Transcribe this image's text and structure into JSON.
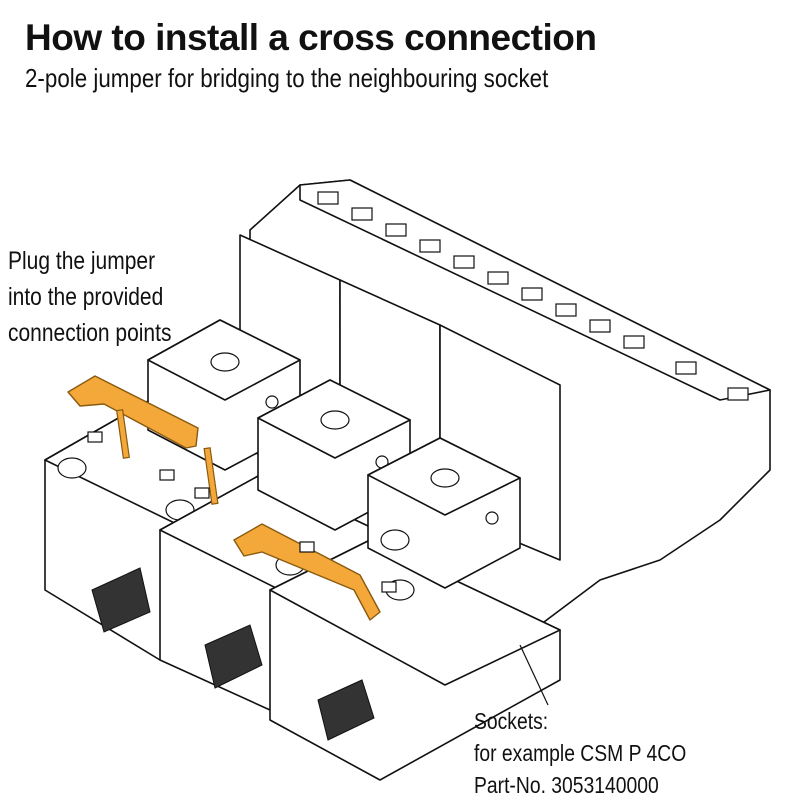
{
  "title": "How to install a cross connection",
  "subtitle": "2-pole jumper for bridging to the neighbouring socket",
  "callout": {
    "lines": [
      "Plug the jumper",
      "into the provided",
      "connection points"
    ]
  },
  "sockets_label": {
    "lines": [
      "Sockets:",
      "for example CSM P 4CO",
      "Part-No. 3053140000"
    ]
  },
  "colors": {
    "jumper": "#f3a839",
    "outline": "#111111",
    "background": "#ffffff"
  }
}
